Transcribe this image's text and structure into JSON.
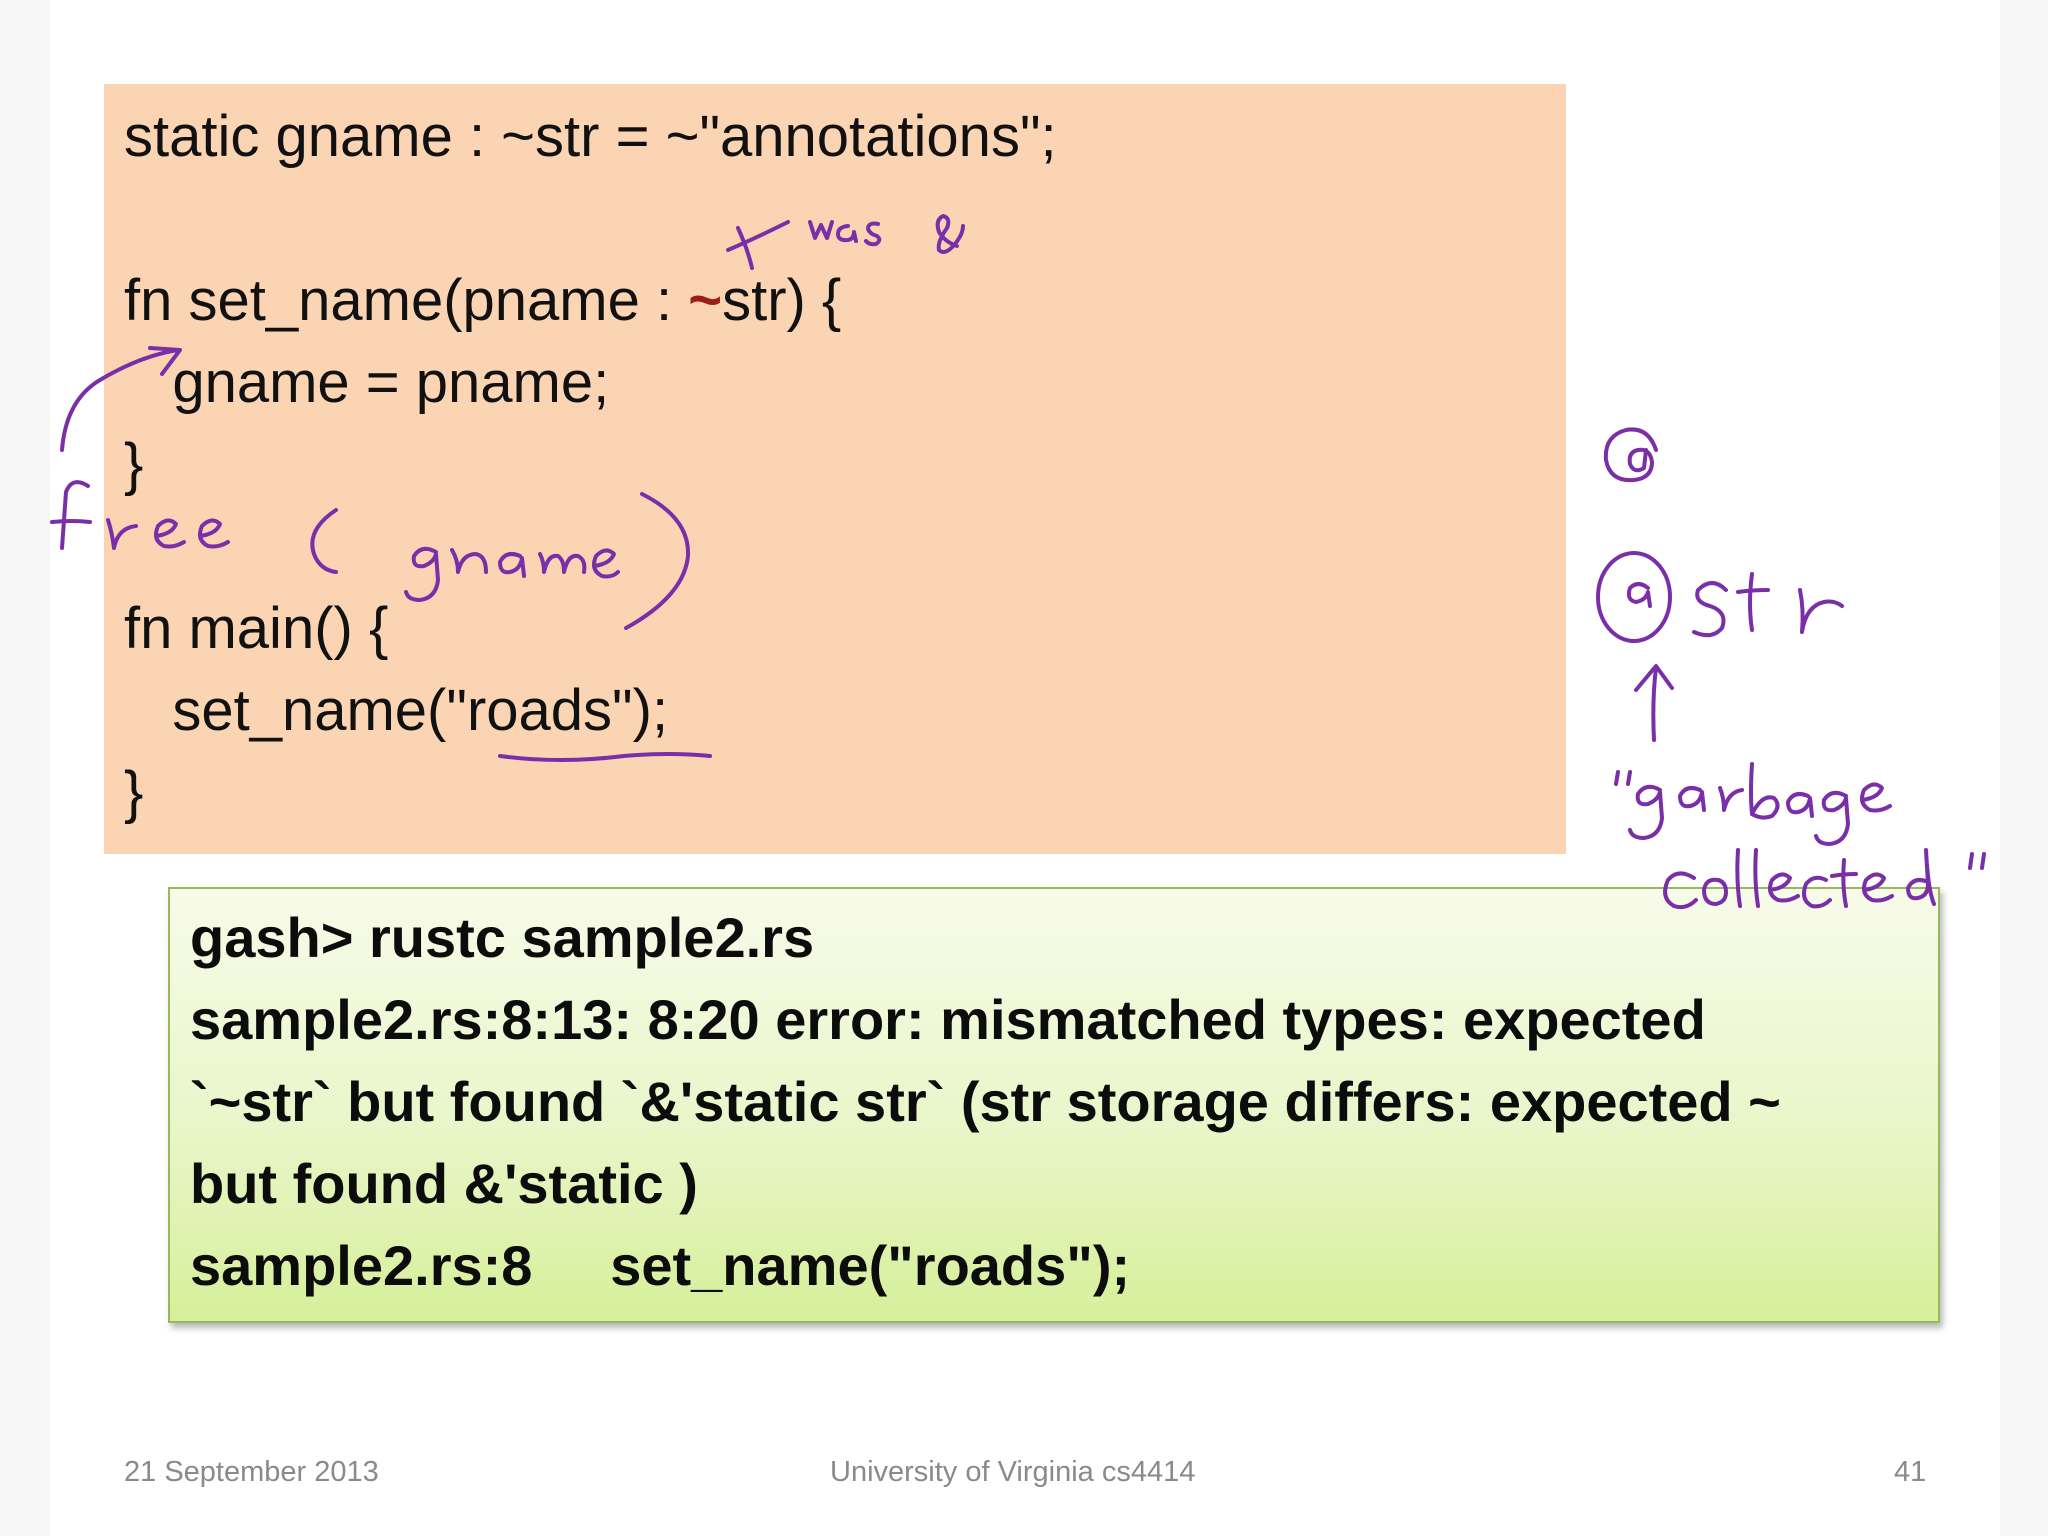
{
  "code": {
    "line1": "static gname : ~str = ~\"annotations\";",
    "line2_pre": "fn set_name(pname : ",
    "line2_hl": "~",
    "line2_post": "str) {",
    "line3": "   gname = pname;",
    "line4": "}",
    "line5": "fn main() {",
    "line6": "   set_name(\"roads\");",
    "line7": "}"
  },
  "terminal": {
    "line1": "gash> rustc sample2.rs",
    "line2": "sample2.rs:8:13: 8:20 error: mismatched types: expected",
    "line3": "`~str` but found `&'static str` (str storage differs: expected ~",
    "line4": "but found &'static )",
    "line5": "sample2.rs:8     set_name(\"roads\");"
  },
  "footer": {
    "date": "21 September 2013",
    "course": "University of Virginia cs4414",
    "page": "41"
  },
  "annotations": {
    "was_amp": "was &",
    "free_gname": "free ( gname)",
    "at_symbol": "@",
    "at_str": "@str",
    "garbage_collected": "\"garbage collected\""
  },
  "colors": {
    "code_background": "#fbd4b4",
    "terminal_background": "#e9f6c9",
    "ink": "#7a2fa8",
    "highlight_tilde": "#9b1c1c"
  }
}
